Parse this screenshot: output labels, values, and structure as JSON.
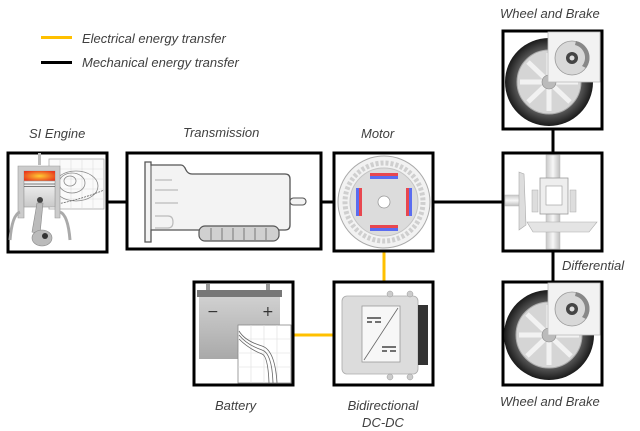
{
  "legend": {
    "items": [
      {
        "label": "Electrical energy transfer",
        "color": "#FFC000",
        "kind": "electrical"
      },
      {
        "label": "Mechanical energy transfer",
        "color": "#000000",
        "kind": "mechanical"
      }
    ]
  },
  "components": {
    "engine": {
      "label": "SI Engine",
      "icon": "engine-piston-icon"
    },
    "transmission": {
      "label": "Transmission",
      "icon": "transmission-icon"
    },
    "motor": {
      "label": "Motor",
      "icon": "electric-motor-icon"
    },
    "differential": {
      "label": "Differential",
      "icon": "differential-gear-icon"
    },
    "wheel_top": {
      "label": "Wheel and Brake",
      "icon": "wheel-brake-icon"
    },
    "wheel_bottom": {
      "label": "Wheel and Brake",
      "icon": "wheel-brake-icon"
    },
    "battery": {
      "label": "Battery",
      "icon": "battery-icon",
      "neg": "−",
      "pos": "+"
    },
    "dcdc": {
      "label_line1": "Bidirectional",
      "label_line2": "DC-DC",
      "icon": "dc-dc-converter-icon"
    }
  },
  "connections": [
    {
      "from": "engine",
      "to": "transmission",
      "type": "mechanical"
    },
    {
      "from": "transmission",
      "to": "motor",
      "type": "mechanical"
    },
    {
      "from": "motor",
      "to": "differential",
      "type": "mechanical"
    },
    {
      "from": "differential",
      "to": "wheel_top",
      "type": "mechanical"
    },
    {
      "from": "differential",
      "to": "wheel_bottom",
      "type": "mechanical"
    },
    {
      "from": "motor",
      "to": "dcdc",
      "type": "electrical"
    },
    {
      "from": "battery",
      "to": "dcdc",
      "type": "electrical"
    }
  ],
  "colors": {
    "electrical": "#FFC000",
    "mechanical": "#000000",
    "label": "#404040"
  }
}
